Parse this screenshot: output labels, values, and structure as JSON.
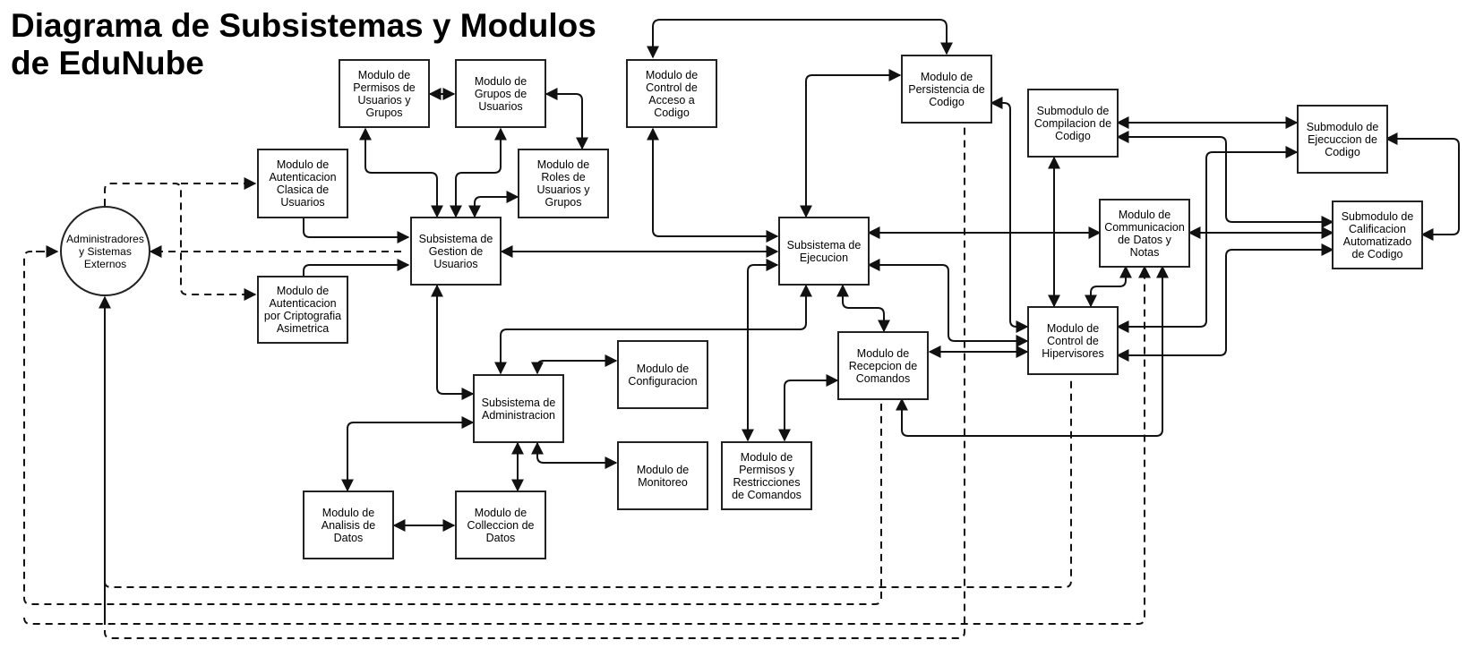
{
  "title": "Diagrama de Subsistemas y Modulos\nde EduNube",
  "nodes": {
    "admins": "Administradores\ny Sistemas\nExternos",
    "auth_clasica": "Modulo de\nAutenticacion\nClasica de\nUsuarios",
    "auth_cripto": "Modulo de\nAutenticacion\npor Criptografia\nAsimetrica",
    "permisos_usuarios": "Modulo de\nPermisos de\nUsuarios y\nGrupos",
    "grupos": "Modulo de\nGrupos de\nUsuarios",
    "roles": "Modulo de\nRoles de\nUsuarios y\nGrupos",
    "gestion_usuarios": "Subsistema de\nGestion de\nUsuarios",
    "administracion": "Subsistema de\nAdministracion",
    "configuracion": "Modulo de\nConfiguracion",
    "monitoreo": "Modulo de\nMonitoreo",
    "analisis_datos": "Modulo de\nAnalisis de\nDatos",
    "coleccion_datos": "Modulo de\nColleccion de\nDatos",
    "control_acceso": "Modulo de\nControl de\nAcceso a\nCodigo",
    "ejecucion": "Subsistema de\nEjecucion",
    "persistencia": "Modulo de\nPersistencia de\nCodigo",
    "permisos_comandos": "Modulo de\nPermisos y\nRestricciones\nde Comandos",
    "recepcion_comandos": "Modulo de\nRecepcion de\nComandos",
    "compilacion": "Submodulo de\nCompilacion de\nCodigo",
    "ejecucion_codigo": "Submodulo de\nEjecuccion de\nCodigo",
    "comunicacion": "Modulo de\nCommunicacion\nde Datos y\nNotas",
    "calificacion": "Submodulo de\nCalificacion\nAutomatizado\nde Codigo",
    "hipervisores": "Modulo de\nControl de\nHipervisores"
  }
}
